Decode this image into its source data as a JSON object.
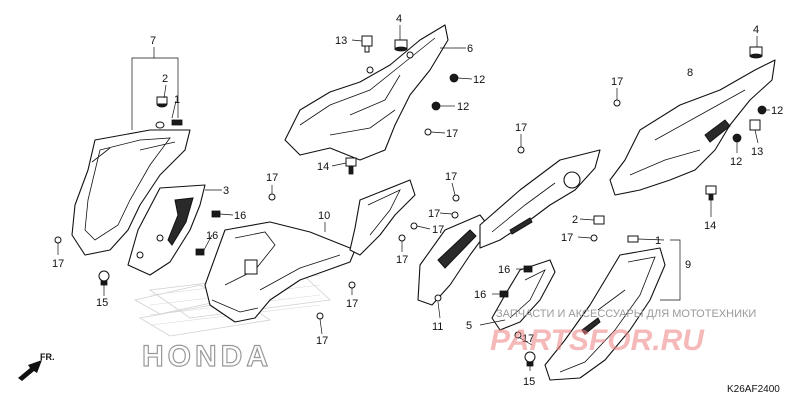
{
  "diagram_code": "K26AF2400",
  "direction_label": "FR.",
  "brand_mark": "HONDA",
  "watermark": {
    "caption": "ЗАПЧАСТИ И АКСЕССУАРЫ ДЛЯ МОТОТЕХНИКИ",
    "logo": "PARTSFOR.RU"
  },
  "callouts": [
    {
      "id": "c7a",
      "text": "7"
    },
    {
      "id": "c2a",
      "text": "2"
    },
    {
      "id": "c1a",
      "text": "1"
    },
    {
      "id": "c4a",
      "text": "4"
    },
    {
      "id": "c13a",
      "text": "13"
    },
    {
      "id": "c6",
      "text": "6"
    },
    {
      "id": "c12a",
      "text": "12"
    },
    {
      "id": "c12b",
      "text": "12"
    },
    {
      "id": "c17a",
      "text": "17"
    },
    {
      "id": "c14a",
      "text": "14"
    },
    {
      "id": "c3",
      "text": "3"
    },
    {
      "id": "c17b",
      "text": "17"
    },
    {
      "id": "c16a",
      "text": "16"
    },
    {
      "id": "c16b",
      "text": "16"
    },
    {
      "id": "c17c",
      "text": "17"
    },
    {
      "id": "c15a",
      "text": "15"
    },
    {
      "id": "c10",
      "text": "10"
    },
    {
      "id": "c17d",
      "text": "17"
    },
    {
      "id": "c17e",
      "text": "17"
    },
    {
      "id": "c17f",
      "text": "17"
    },
    {
      "id": "c17g",
      "text": "17"
    },
    {
      "id": "c17h",
      "text": "17"
    },
    {
      "id": "c17i",
      "text": "17"
    },
    {
      "id": "c11",
      "text": "11"
    },
    {
      "id": "c17j",
      "text": "17"
    },
    {
      "id": "c4b",
      "text": "4"
    },
    {
      "id": "c8",
      "text": "8"
    },
    {
      "id": "c17k",
      "text": "17"
    },
    {
      "id": "c12c",
      "text": "12"
    },
    {
      "id": "c12d",
      "text": "12"
    },
    {
      "id": "c13b",
      "text": "13"
    },
    {
      "id": "c14b",
      "text": "14"
    },
    {
      "id": "c2b",
      "text": "2"
    },
    {
      "id": "c17l",
      "text": "17"
    },
    {
      "id": "c1b",
      "text": "1"
    },
    {
      "id": "c9",
      "text": "9"
    },
    {
      "id": "c16c",
      "text": "16"
    },
    {
      "id": "c16d",
      "text": "16"
    },
    {
      "id": "c5",
      "text": "5"
    },
    {
      "id": "c15b",
      "text": "15"
    },
    {
      "id": "c17m",
      "text": "17"
    }
  ]
}
